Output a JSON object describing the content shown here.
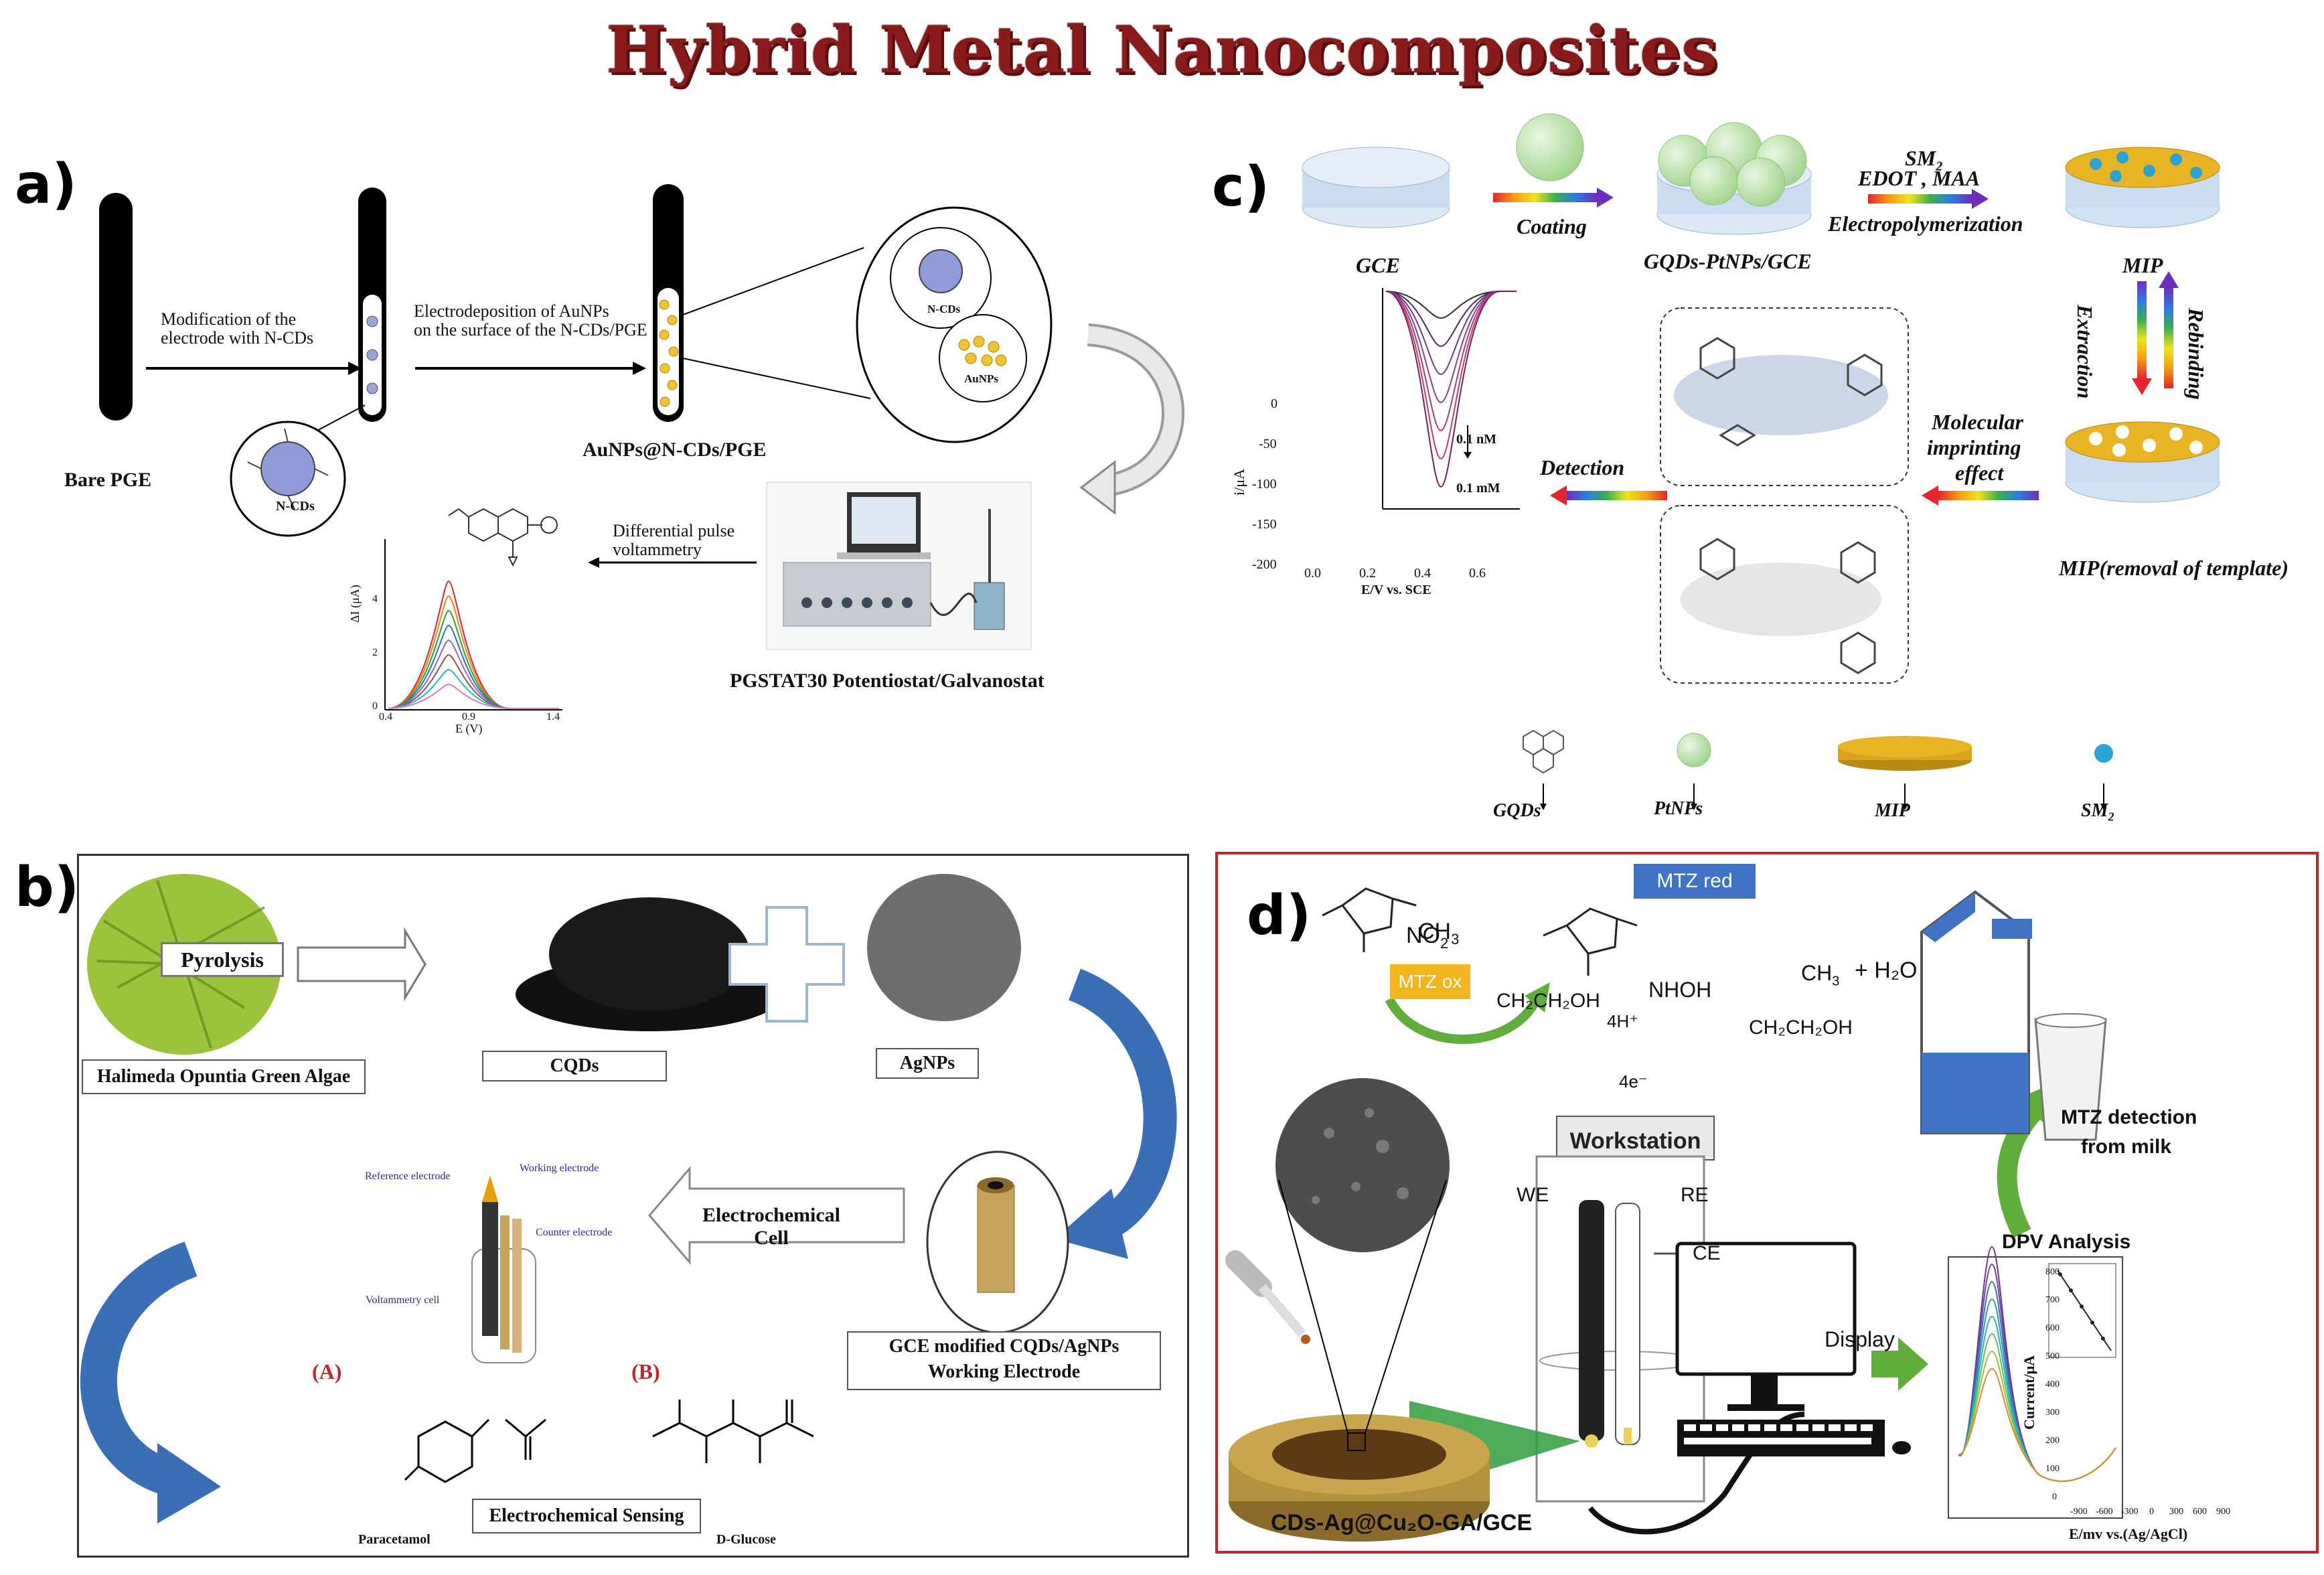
{
  "title": "Hybrid Metal Nanocomposites",
  "panels": {
    "a": {
      "label": "a)",
      "bare_pge": "Bare PGE",
      "step1_line1": "Modification of the",
      "step1_line2": "electrode with N-CDs",
      "step2_line1": "Electrodeposition of AuNPs",
      "step2_line2": "on the surface of the N-CDs/PGE",
      "ncds": "N-CDs",
      "ncds_inset": "N-CDs",
      "aunps_inset": "AuNPs",
      "aunps_electrode": "AuNPs@N-CDs/PGE",
      "dpv_line1": "Differential pulse",
      "dpv_line2": "voltammetry",
      "instrument": "PGSTAT30 Potentiostat/Galvanostat",
      "plot_ylabel": "ΔI (μA)",
      "plot_xlabel": "E (V)",
      "plot_xticks": [
        "0.4",
        "0.9",
        "1.4"
      ],
      "plot_yticks": [
        "0",
        "2",
        "4"
      ]
    },
    "b": {
      "label": "b)",
      "pyrolysis": "Pyrolysis",
      "algae": "Halimeda Opuntia Green Algae",
      "cqds": "CQDs",
      "agnps": "AgNPs",
      "cell": "Electrochemical Cell",
      "ref_electrode": "Reference electrode",
      "work_electrode": "Working electrode",
      "counter_electrode": "Counter electrode",
      "volt_cell": "Voltammetry cell",
      "gce_line1": "GCE modified  CQDs/AgNPs",
      "gce_line2": "Working Electrode",
      "tag_a": "(A)",
      "tag_b": "(B)",
      "sensing": "Electrochemical Sensing",
      "paracetamol": "Paracetamol",
      "glucose": "D-Glucose"
    },
    "c": {
      "label": "c)",
      "gce": "GCE",
      "coating": "Coating",
      "gqds_ptnps": "GQDs-PtNPs/GCE",
      "sm2": "SM",
      "edot": "EDOT , MAA",
      "electropoly": "Electropolymerization",
      "mip": "MIP",
      "extraction": "Extraction",
      "rebinding": "Rebinding",
      "mip_removal": "MIP(removal of template)",
      "imprint_line1": "Molecular",
      "imprint_line2": "imprinting",
      "imprint_line3": "effect",
      "detection": "Detection",
      "plot_ylabel": "i/μA",
      "plot_xlabel": "E/V vs. SCE",
      "plot_top": "0.1 nM",
      "plot_bottom": "0.1 mM",
      "plot_xticks": [
        "0.0",
        "0.2",
        "0.4",
        "0.6"
      ],
      "plot_yticks": [
        "0",
        "-50",
        "-100",
        "-150",
        "-200"
      ],
      "legend_gqds": "GQDs",
      "legend_ptnps": "PtNPs",
      "legend_mip": "MIP",
      "legend_sm2": "SM"
    },
    "d": {
      "label": "d)",
      "mtz_red": "MTZ red",
      "mtz_ox": "MTZ ox",
      "no2": "NO",
      "ch3_a": "CH",
      "ch2ch2oh_a": "CH₂CH₂OH",
      "nhoh": "NHOH",
      "ch3_b": "CH",
      "plus_h2o": "+ H₂O",
      "ch2ch2oh_b": "CH₂CH₂OH",
      "h4": "4H⁺",
      "e4": "4e⁻",
      "workstation": "Workstation",
      "we": "WE",
      "re": "RE",
      "ce": "CE",
      "display": "Display",
      "dpv": "DPV Analysis",
      "milk": "MILK",
      "mtz_detect_line1": "MTZ detection",
      "mtz_detect_line2": "from milk",
      "electrode": "CDs-Ag@Cu₂O-GA/GCE",
      "plot_ylabel": "Current/μA",
      "plot_xlabel": "E/mv vs.(Ag/AgCl)",
      "plot_xticks": [
        "-900",
        "-600",
        "-300",
        "0",
        "300",
        "600",
        "900"
      ],
      "plot_yticks": [
        "0",
        "100",
        "200",
        "300",
        "400",
        "500",
        "600",
        "700",
        "800"
      ]
    }
  },
  "colors": {
    "title": "#8b1a1a",
    "frame_b": "#333333",
    "frame_d": "#c0272d",
    "arrow_blue": "#3a6fb7",
    "algae_green": "#9cc43a",
    "gold": "#e8b422",
    "mip_blue": "#cfe2f3",
    "arrow_green": "#5fae3a"
  }
}
